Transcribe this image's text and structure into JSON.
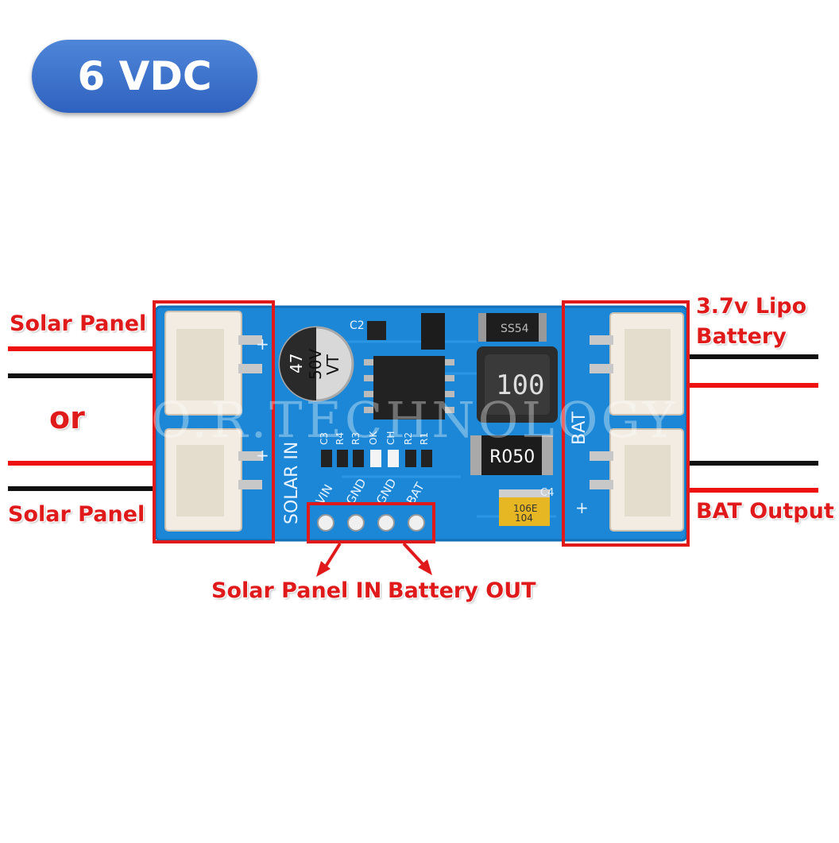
{
  "badge": {
    "text": "6 VDC"
  },
  "labels": {
    "solar_panel_top": "Solar Panel",
    "or": "or",
    "solar_panel_bottom": "Solar Panel",
    "lipo_battery_line1": "3.7v Lipo",
    "lipo_battery_line2": "Battery",
    "bat_output": "BAT Output",
    "solar_panel_in": "Solar Panel IN",
    "battery_out": "Battery OUT"
  },
  "board": {
    "silkscreen": {
      "solar_in": "SOLAR IN",
      "bat": "BAT",
      "pins": [
        "VIN",
        "GND",
        "GND",
        "BAT"
      ],
      "c2": "C2",
      "c3": "C3",
      "c4": "C4",
      "r4": "R4",
      "r3": "R3",
      "ok": "OK",
      "ch": "CH",
      "r2": "R2",
      "r1": "R1"
    },
    "capacitor_marking": [
      "47",
      "50V",
      "VT"
    ],
    "inductor_marking": "100",
    "resistor_marking": "R050",
    "diode_marking": "SS54",
    "tantalum_marking": [
      "106E",
      "104"
    ],
    "watermark": "O.R.TECHNOLOGY"
  },
  "colors": {
    "pcb": "#1b87d6",
    "highlight": "#e01a1a",
    "wire_red": "#ee1111",
    "wire_black": "#111111",
    "badge": "#3a6fca",
    "connector": "#f2ece2"
  }
}
